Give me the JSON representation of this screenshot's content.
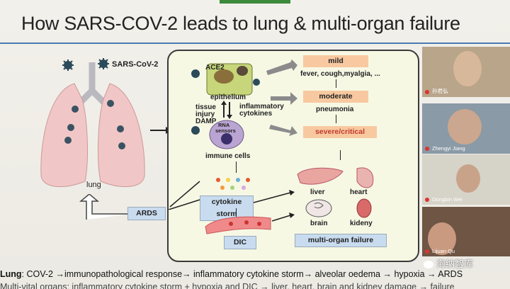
{
  "slide": {
    "title": "How  SARS-COV-2  leads to lung & multi-organ failure",
    "sars_label": "SARS-CoV-2",
    "lung_label": "lung",
    "ace2_label": "ACE2",
    "epithelium_label": "epithelium",
    "tissue_label": "tissue",
    "injury_label": "injury",
    "damp_label": "DAMP",
    "inflammatory_label": "inflammatory",
    "cytokines_label": "cytokines",
    "rna_label": "RNA",
    "sensors_label": "sensors",
    "immune_cells_label": "immune cells",
    "cytokine_storm_label": "cytokine storm",
    "ards_label": "ARDS",
    "dic_label": "DIC",
    "mild_label": "mild",
    "mild_symptoms": "fever, cough,myalgia, ...",
    "moderate_label": "moderate",
    "pneumonia_label": "pneumonia",
    "severe_label": "severe/critical",
    "liver_label": "liver",
    "heart_label": "heart",
    "brain_label": "brain",
    "kidney_label": "kideny",
    "mof_label": "multi-organ failure"
  },
  "footer": {
    "line1_bold": "Lung",
    "line1_rest": ": COV-2 →immunopathological response→ inflammatory cytokine storm→ alveolar oedema → hypoxia → ARDS",
    "line2": "Multi-vital organs: inflammatory cytokine storm + hypoxia and DIC → liver, heart, brain and kidney damage → failure"
  },
  "participants": [
    {
      "name": "孙君弘"
    },
    {
      "name": "Zhengyi Jiang"
    },
    {
      "name": "Dongbin Wei"
    },
    {
      "name": "Lijuan Qu"
    }
  ],
  "watermark": "海纳智库",
  "colors": {
    "accent_green": "#3c8a3c",
    "rule_blue": "#4a7bb0",
    "panel_bg": "#f6f8e4",
    "orange_tag": "#f8c9a0",
    "severe_red": "#c0392b"
  }
}
